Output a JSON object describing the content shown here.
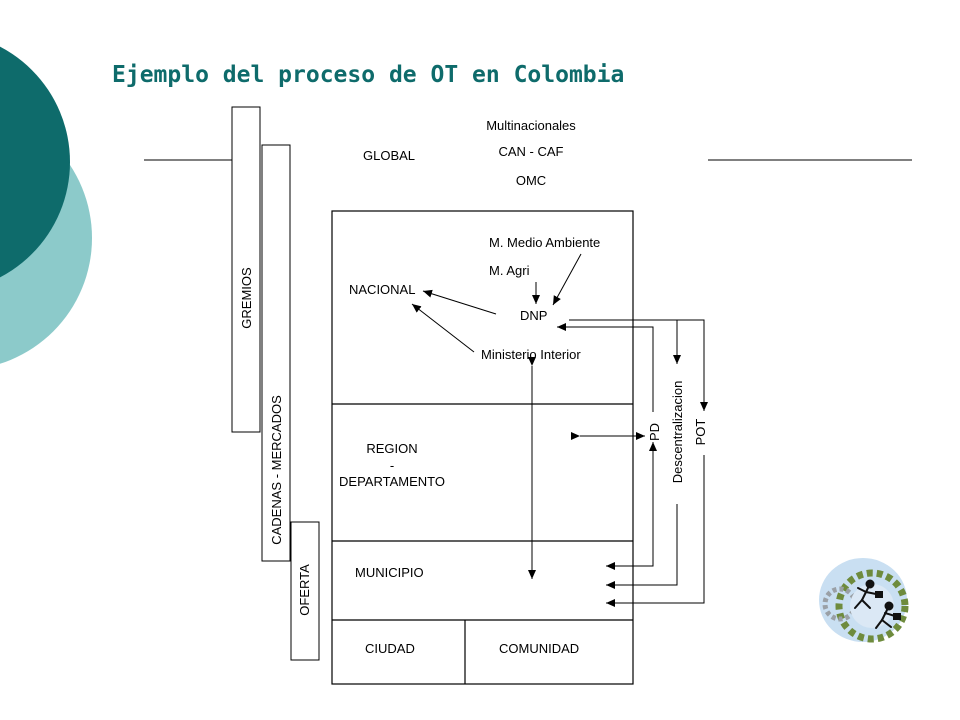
{
  "slide": {
    "title": "Ejemplo del proceso de OT en Colombia",
    "colors": {
      "teal_dark": "#0e6b6b",
      "teal_light": "#8ccaca",
      "title": "#0e6b6b"
    }
  },
  "diagram": {
    "levels": {
      "global": "GLOBAL",
      "nacional": "NACIONAL",
      "region_line1": "REGION",
      "region_line2": "-",
      "region_line3": "DEPARTAMENTO",
      "municipio": "MUNICIPIO",
      "ciudad": "CIUDAD",
      "comunidad": "COMUNIDAD"
    },
    "global_actors": {
      "multinacionales": "Multinacionales",
      "can_caf": "CAN - CAF",
      "omc": "OMC"
    },
    "national_actors": {
      "medio_ambiente": "M. Medio Ambiente",
      "agri": "M. Agri",
      "dnp": "DNP",
      "interior": "Ministerio Interior"
    },
    "side_bars": {
      "gremios": "GREMIOS",
      "cadenas": "CADENAS - MERCADOS",
      "oferta": "OFERTA"
    },
    "instruments": {
      "pd": "PD",
      "descentralizacion": "Descentralizacion",
      "pot": "POT"
    }
  },
  "decor": {
    "clipart_icon": "business-people-gears-icon"
  }
}
